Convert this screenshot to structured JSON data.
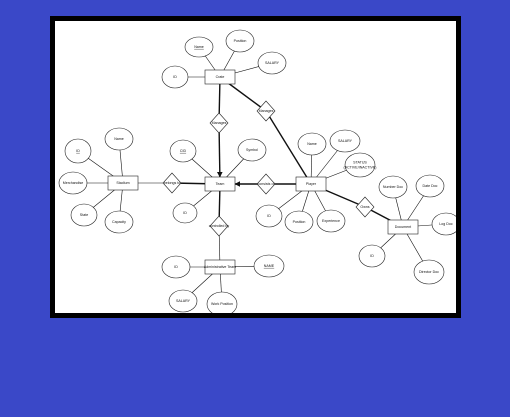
{
  "diagram": {
    "entities": [
      {
        "id": "crate",
        "label": "Crate"
      },
      {
        "id": "team",
        "label": "Team"
      },
      {
        "id": "stadium",
        "label": "Stadium"
      },
      {
        "id": "player",
        "label": "Player"
      },
      {
        "id": "document",
        "label": "Document"
      },
      {
        "id": "admin",
        "label": "Administrative Team"
      }
    ],
    "relationships": [
      {
        "id": "manages",
        "label": "Manages"
      },
      {
        "id": "manages2",
        "label": "Manages"
      },
      {
        "id": "belongs",
        "label": "belongs to"
      },
      {
        "id": "consists",
        "label": "consists of"
      },
      {
        "id": "controlled",
        "label": "controlled by"
      },
      {
        "id": "owns",
        "label": "Owns"
      }
    ],
    "attributes": [
      {
        "id": "crate_name",
        "label": "Name",
        "underline": true
      },
      {
        "id": "crate_position",
        "label": "Position"
      },
      {
        "id": "crate_salary",
        "label": "SALARY"
      },
      {
        "id": "crate_id",
        "label": "ID"
      },
      {
        "id": "team_cid",
        "label": "CID",
        "underline": true
      },
      {
        "id": "team_symbol",
        "label": "Symbol"
      },
      {
        "id": "team_id",
        "label": "ID"
      },
      {
        "id": "stadium_id",
        "label": "ID",
        "underline": true
      },
      {
        "id": "stadium_name",
        "label": "Name"
      },
      {
        "id": "stadium_merch",
        "label": "Merchandise"
      },
      {
        "id": "stadium_state",
        "label": "State"
      },
      {
        "id": "stadium_capacity",
        "label": "Capacity"
      },
      {
        "id": "player_name",
        "label": "Name"
      },
      {
        "id": "player_salary",
        "label": "SALARY"
      },
      {
        "id": "player_status",
        "label": "STATUS (ACTIVE/INACTIVE)"
      },
      {
        "id": "player_id",
        "label": "ID"
      },
      {
        "id": "player_position",
        "label": "Position"
      },
      {
        "id": "player_experience",
        "label": "Experience"
      },
      {
        "id": "doc_number",
        "label": "Number Doc"
      },
      {
        "id": "doc_date",
        "label": "Date Doc"
      },
      {
        "id": "doc_log",
        "label": "Log Doc"
      },
      {
        "id": "doc_id",
        "label": "ID"
      },
      {
        "id": "doc_director",
        "label": "Director Doc"
      },
      {
        "id": "admin_id",
        "label": "ID"
      },
      {
        "id": "admin_name",
        "label": "NAME",
        "underline": true
      },
      {
        "id": "admin_salary",
        "label": "SALARY"
      },
      {
        "id": "admin_workpos",
        "label": "Work Position"
      }
    ]
  }
}
